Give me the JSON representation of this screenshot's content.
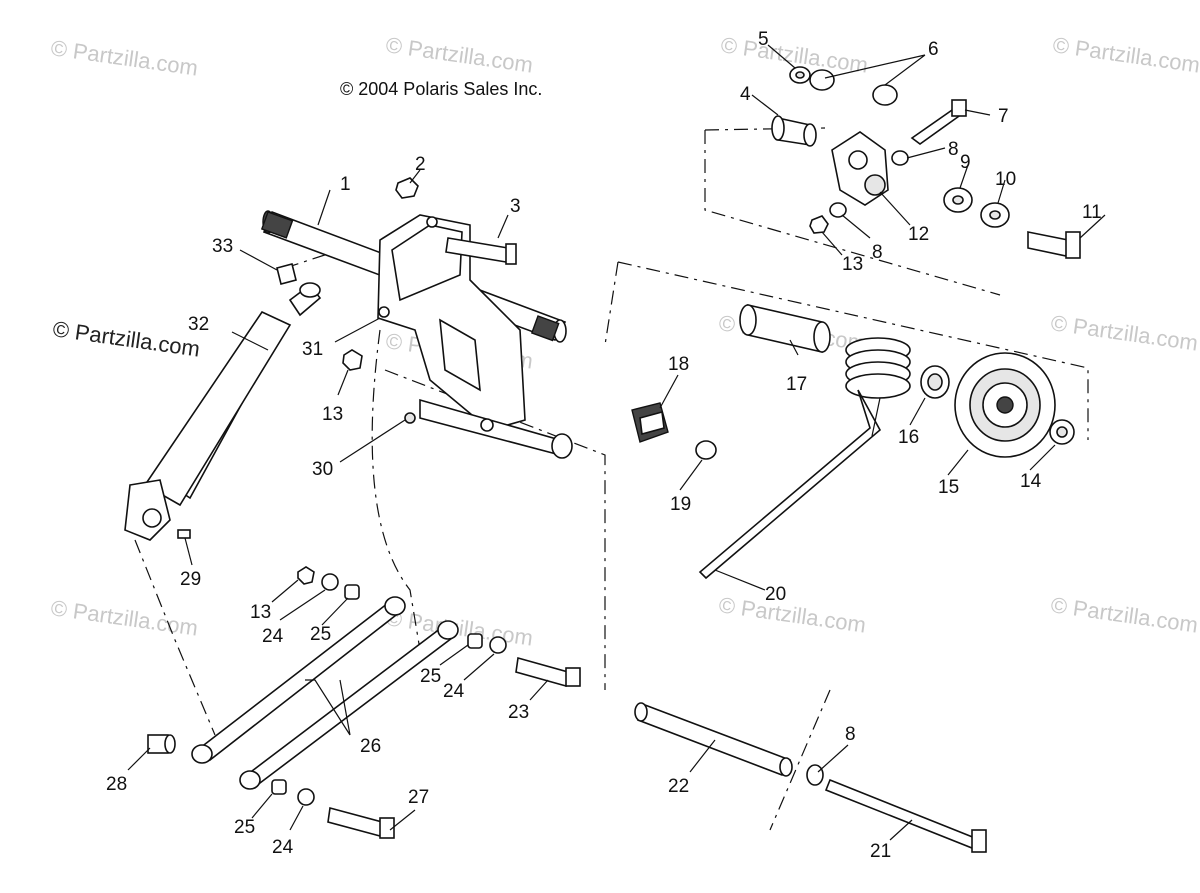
{
  "copyright": "© 2004 Polaris Sales Inc.",
  "watermarks": [
    "© Partzilla.com",
    "© Partzilla.com",
    "© Partzilla.com",
    "© Partzilla.com",
    "© Partzilla.com",
    "© Partzilla.com",
    "© Partzilla.com",
    "© Partzilla.com",
    "© Partzilla.com",
    "© Partzilla.com",
    "© Partzilla.com",
    "© Partzilla.com"
  ],
  "callouts": [
    "1",
    "2",
    "3",
    "4",
    "5",
    "6",
    "7",
    "8",
    "8",
    "8",
    "9",
    "10",
    "11",
    "12",
    "13",
    "13",
    "13",
    "14",
    "15",
    "16",
    "17",
    "18",
    "19",
    "20",
    "21",
    "22",
    "23",
    "24",
    "24",
    "24",
    "25",
    "25",
    "25",
    "26",
    "27",
    "28",
    "29",
    "30",
    "31",
    "32",
    "33"
  ]
}
